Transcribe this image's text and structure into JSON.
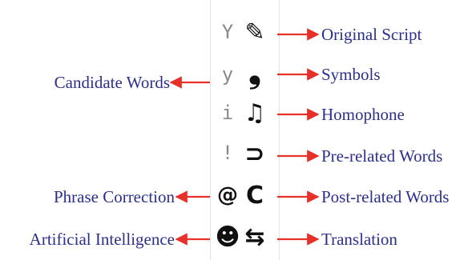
{
  "panel": {
    "letters": [
      "Y",
      "y",
      "i",
      "!"
    ],
    "icons": {
      "original_script": "✎",
      "symbols": "❟",
      "homophone": "♫",
      "pre_related": "⊃",
      "post_related": "C",
      "phrase_correction": "@",
      "artificial_intelligence": "☻",
      "translation": "⇆"
    }
  },
  "labels": {
    "original_script": "Original Script",
    "symbols": "Symbols",
    "candidate_words": "Candidate Words",
    "homophone": "Homophone",
    "pre_related_words": "Pre-related Words",
    "phrase_correction": "Phrase Correction",
    "post_related_words": "Post-related Words",
    "artificial_intelligence": "Artificial Intelligence",
    "translation": "Translation"
  },
  "colors": {
    "label_text": "#2c2f8c",
    "arrow": "#e8302a",
    "letter": "#8a8a8a",
    "icon": "#111111"
  }
}
